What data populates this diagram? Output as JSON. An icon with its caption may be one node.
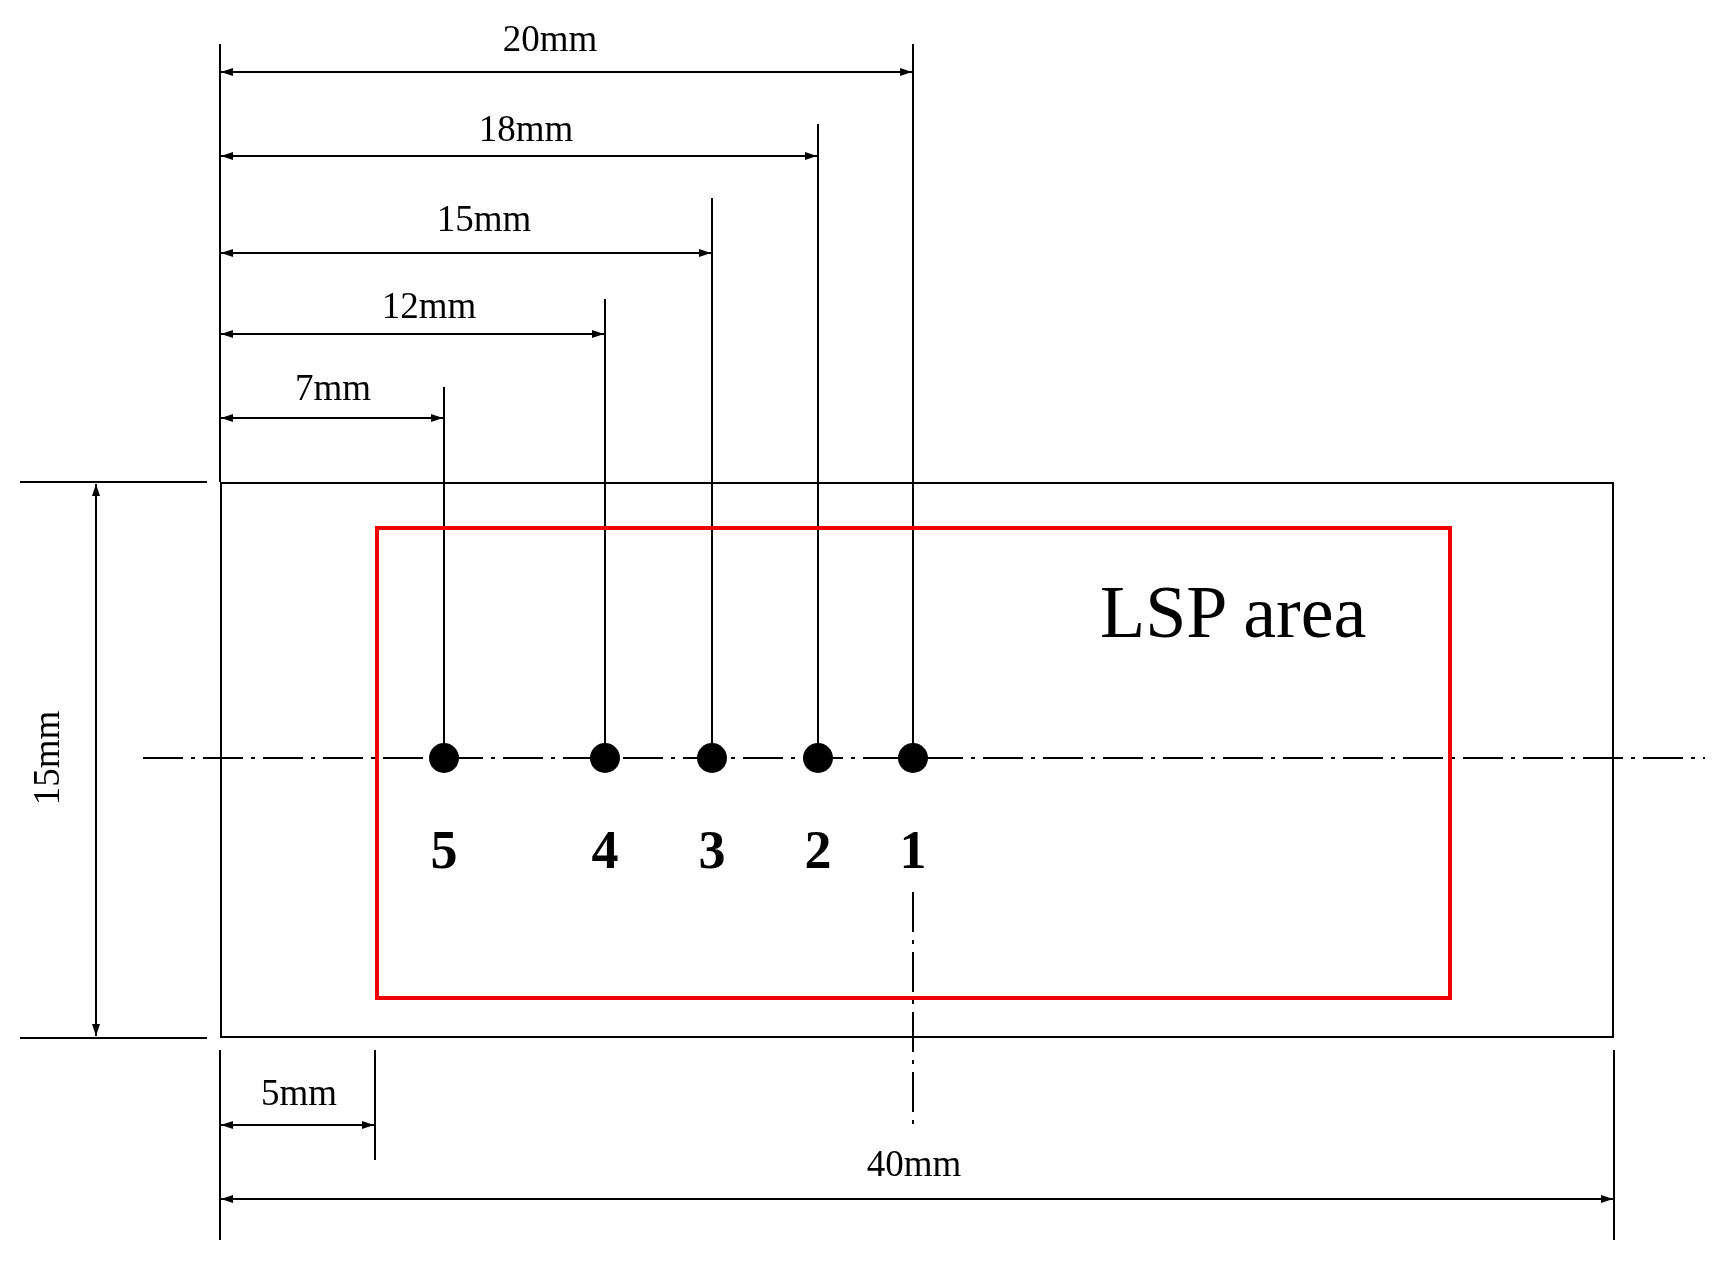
{
  "diagram": {
    "nodes": [
      {
        "text": [],
        "shape": "box"
      },
      {
        "text": [
          "LSP area"
        ],
        "in": 0
      },
      {
        "text": [
          "5"
        ],
        "in": 1
      },
      {
        "text": [
          "4"
        ],
        "in": 1
      },
      {
        "text": [
          "3"
        ],
        "in": 1
      },
      {
        "text": [
          "2"
        ],
        "in": 1
      },
      {
        "text": [
          "1"
        ],
        "in": 1
      }
    ],
    "edges": [],
    "labels": [
      "20mm",
      "18mm",
      "15mm",
      "12mm",
      "7mm",
      "15mm",
      "5mm",
      "40mm"
    ]
  }
}
